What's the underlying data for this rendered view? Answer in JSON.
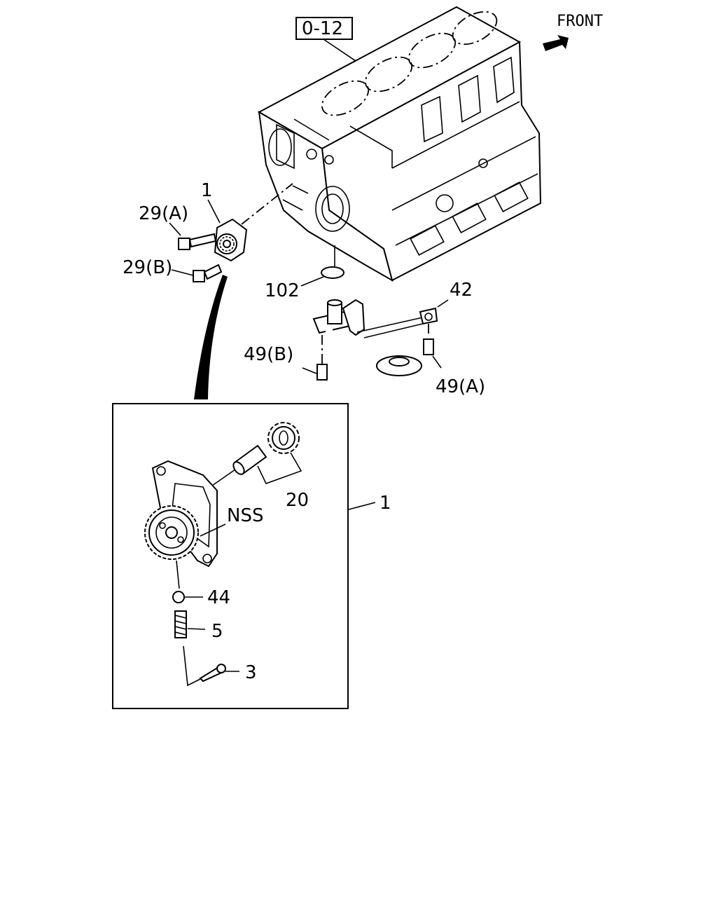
{
  "direction": {
    "label": "FRONT",
    "arrow_icon": "arrow-front-icon"
  },
  "reference": {
    "label": "0-12"
  },
  "callouts": {
    "pump": "1",
    "bolt_a": "29(A)",
    "bolt_b": "29(B)",
    "o_ring": "102",
    "bracket": "42",
    "bolt_49b": "49(B)",
    "bolt_49a": "49(A)"
  },
  "detail": {
    "pump_ref": "1",
    "shaft_gear": "20",
    "nss": "NSS",
    "ball": "44",
    "spring": "5",
    "pin": "3"
  }
}
